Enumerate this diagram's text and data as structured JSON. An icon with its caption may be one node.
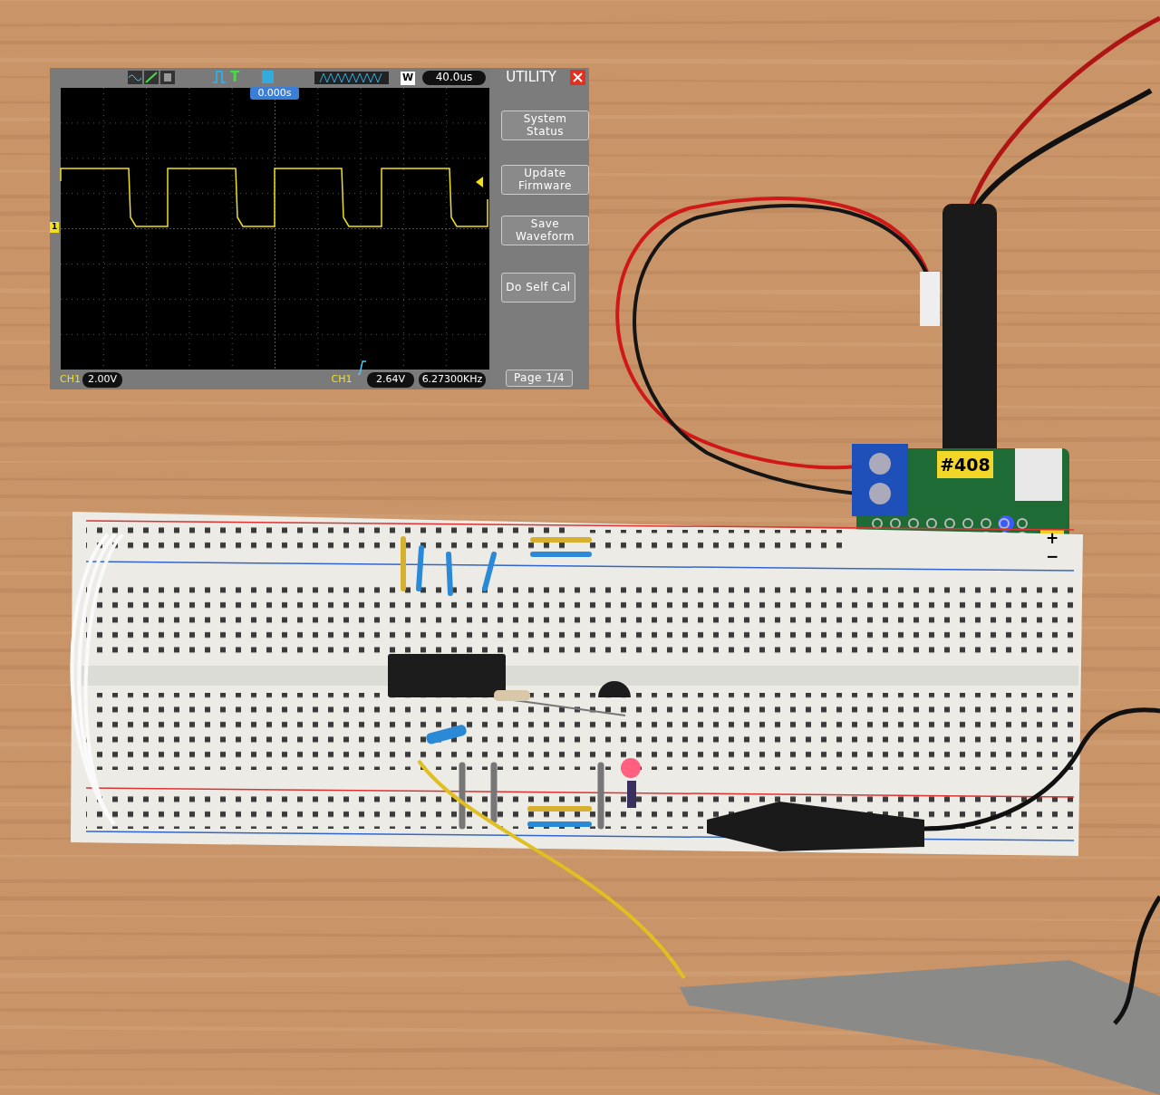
{
  "diagram": {
    "labels": [
      "T",
      "W",
      "40.0us",
      "UTILITY",
      "0.000s",
      "System Status",
      "Update Firmware",
      "Save Waveform",
      "1",
      "Do Self Cal",
      "CH1",
      "2.00V",
      "CH1",
      "2.64V",
      "6.27300KHz",
      "Page 1/4",
      "#408",
      "+",
      "−"
    ]
  }
}
